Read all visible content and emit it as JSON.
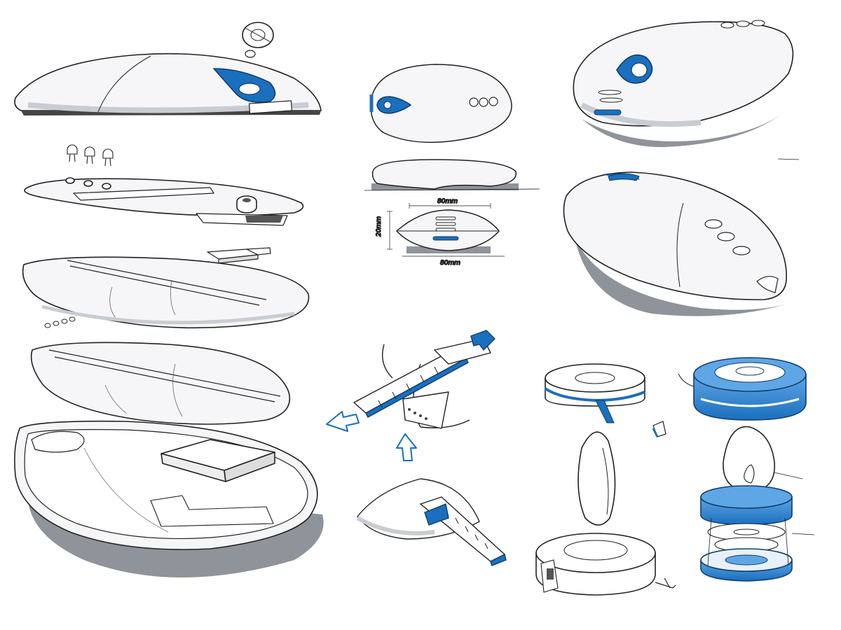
{
  "sheet": {
    "annotations": {
      "width_top": "80mm",
      "height_side": "20mm",
      "width_bottom": "80mm"
    },
    "colors": {
      "ink": "#222222",
      "accent": "#1a6fbe",
      "shadow": "#8f939a",
      "shadow_light": "#c9ccd2",
      "paper": "#ffffff",
      "body_fill": "#f6f6f8"
    },
    "icons": [
      "teardrop-button-icon",
      "led-icon",
      "arrow-icon",
      "spool-icon"
    ]
  }
}
